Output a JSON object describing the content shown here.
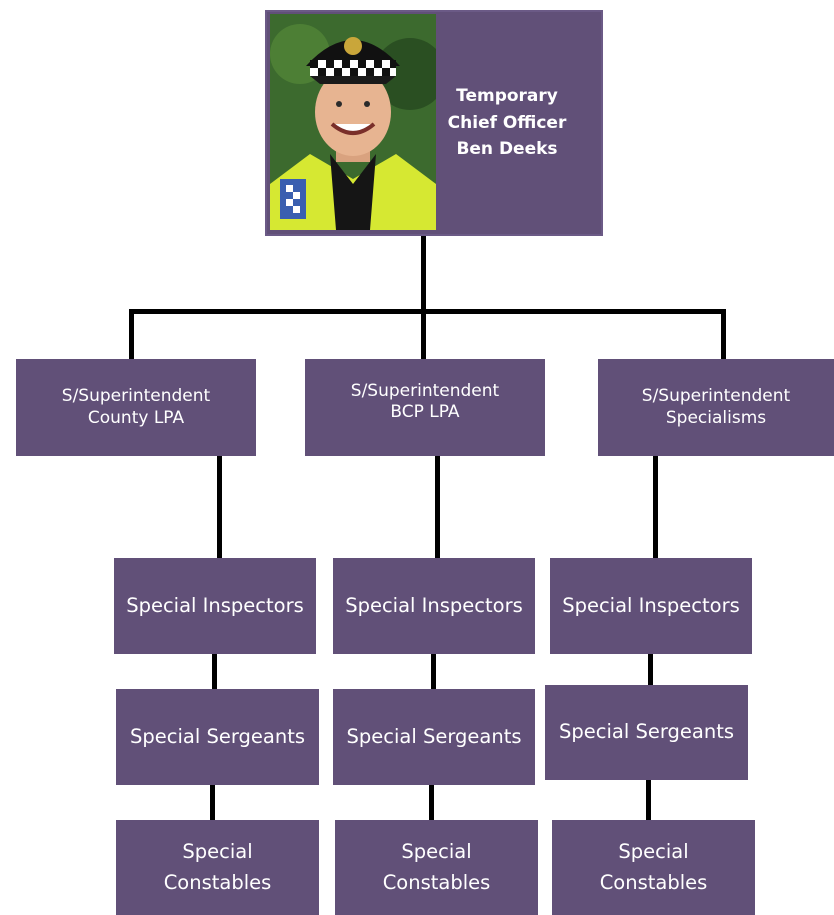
{
  "chief": {
    "line1": "Temporary",
    "line2": "Chief Officer",
    "line3": "Ben Deeks",
    "photo_icon": "officer-portrait-icon"
  },
  "columns": [
    {
      "superintendent": [
        "S/Superintendent",
        "County LPA"
      ],
      "inspectors": "Special Inspectors",
      "sergeants": "Special Sergeants",
      "constables": [
        "Special",
        "Constables"
      ]
    },
    {
      "superintendent": [
        "S/Superintendent",
        "BCP LPA"
      ],
      "inspectors": "Special Inspectors",
      "sergeants": "Special Sergeants",
      "constables": [
        "Special",
        "Constables"
      ]
    },
    {
      "superintendent": [
        "S/Superintendent",
        "Specialisms"
      ],
      "inspectors": "Special Inspectors",
      "sergeants": "Special Sergeants",
      "constables": [
        "Special",
        "Constables"
      ]
    }
  ],
  "colors": {
    "box": "#615078",
    "text": "#ffffff",
    "connector": "#000000"
  }
}
